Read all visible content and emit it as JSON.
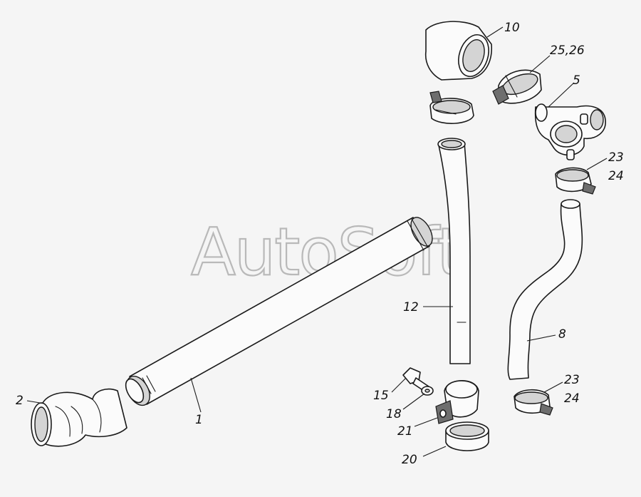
{
  "watermark": "AutoSoft",
  "callouts": {
    "c1": "1",
    "c2": "2",
    "c5": "5",
    "c8": "8",
    "c10": "10",
    "c12": "12",
    "c15": "15",
    "c18": "18",
    "c20": "20",
    "c21": "21",
    "c23a": "23",
    "c24a": "24",
    "c23b": "23",
    "c24b": "24",
    "c2526": "25,26"
  }
}
